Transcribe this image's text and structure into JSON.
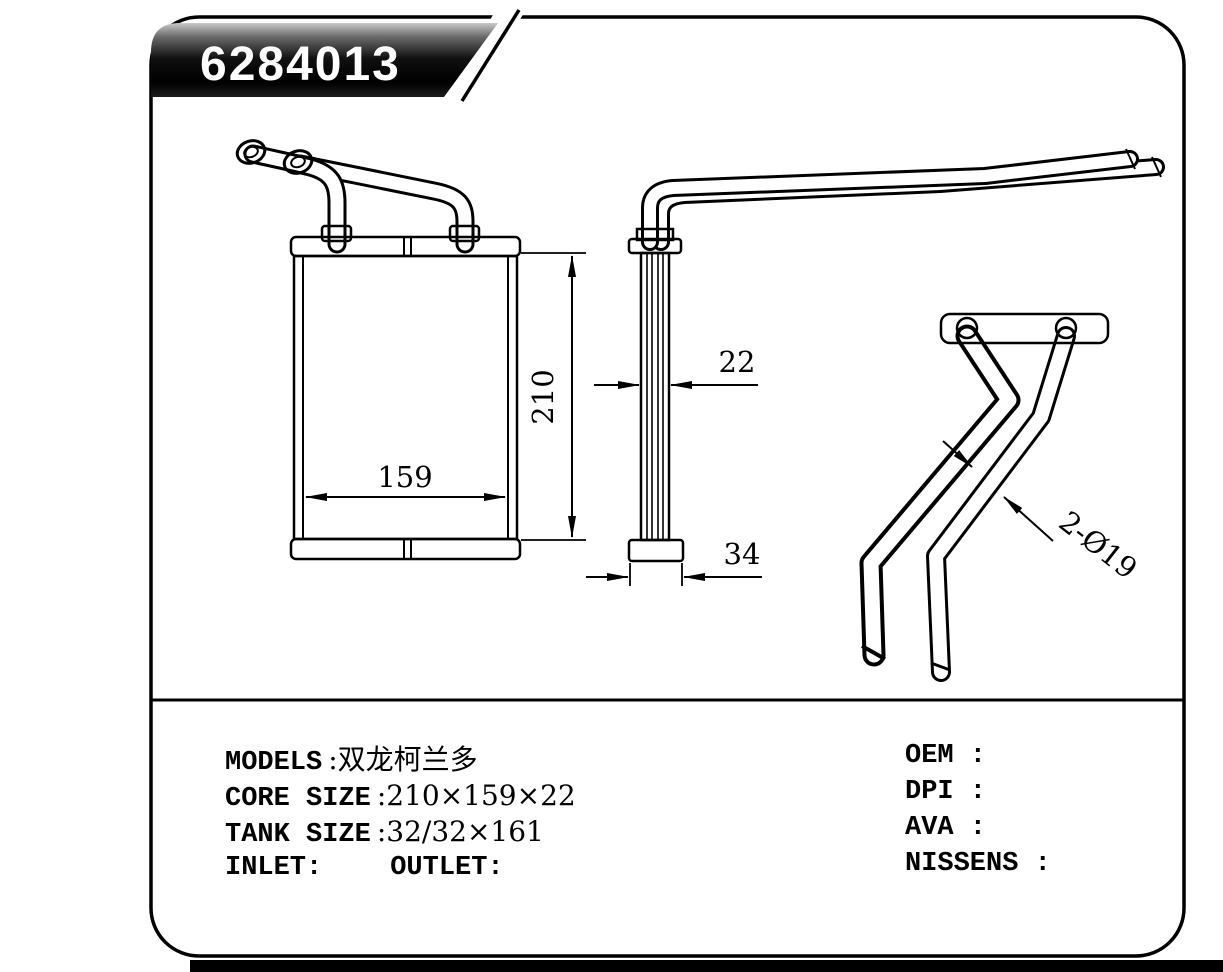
{
  "banner": {
    "part_number": "6284013"
  },
  "dimensions": {
    "core_width": "159",
    "core_height": "210",
    "core_thickness": "22",
    "tank_width": "34",
    "pipe_callout": "2-Ø19"
  },
  "specs": {
    "left": [
      {
        "label": "MODELS",
        "value": ":双龙柯兰多"
      },
      {
        "label": "CORE SIZE",
        "value": ":210×159×22"
      },
      {
        "label": "TANK SIZE",
        "value": ":32/32×161"
      }
    ],
    "inlet_label": "INLET:",
    "outlet_label": "OUTLET:",
    "right": [
      {
        "label": "OEM :"
      },
      {
        "label": "DPI :"
      },
      {
        "label": "AVA :"
      },
      {
        "label": "NISSENS :"
      }
    ]
  }
}
